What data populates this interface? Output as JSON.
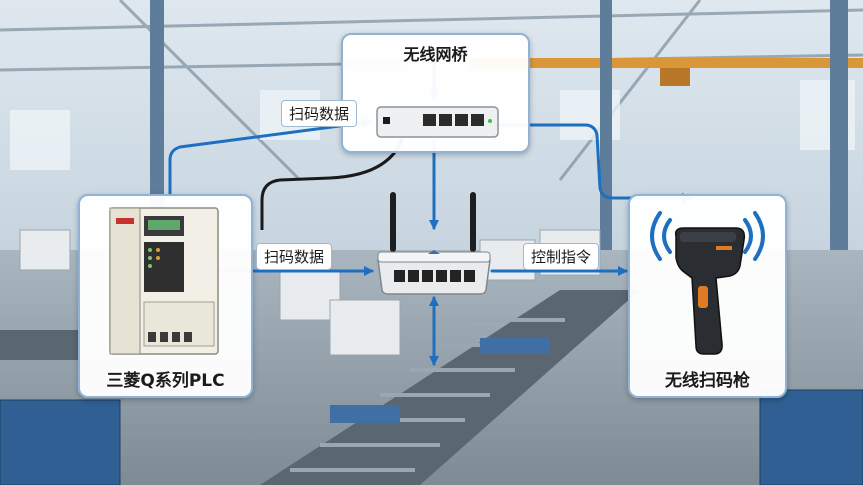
{
  "nodes": {
    "bridge": {
      "label": "无线网桥"
    },
    "plc": {
      "label": "三菱Q系列PLC"
    },
    "scanner": {
      "label": "无线扫码枪"
    }
  },
  "edges": {
    "bridge_scan_data": "扫码数据",
    "plc_scan_data": "扫码数据",
    "control_command": "控制指令"
  },
  "colors": {
    "arrow": "#1f6fc0",
    "card_border": "#8fb2d6"
  },
  "icons": [
    "wifi-signal-icon",
    "antenna-icon",
    "ethernet-port-icon"
  ]
}
